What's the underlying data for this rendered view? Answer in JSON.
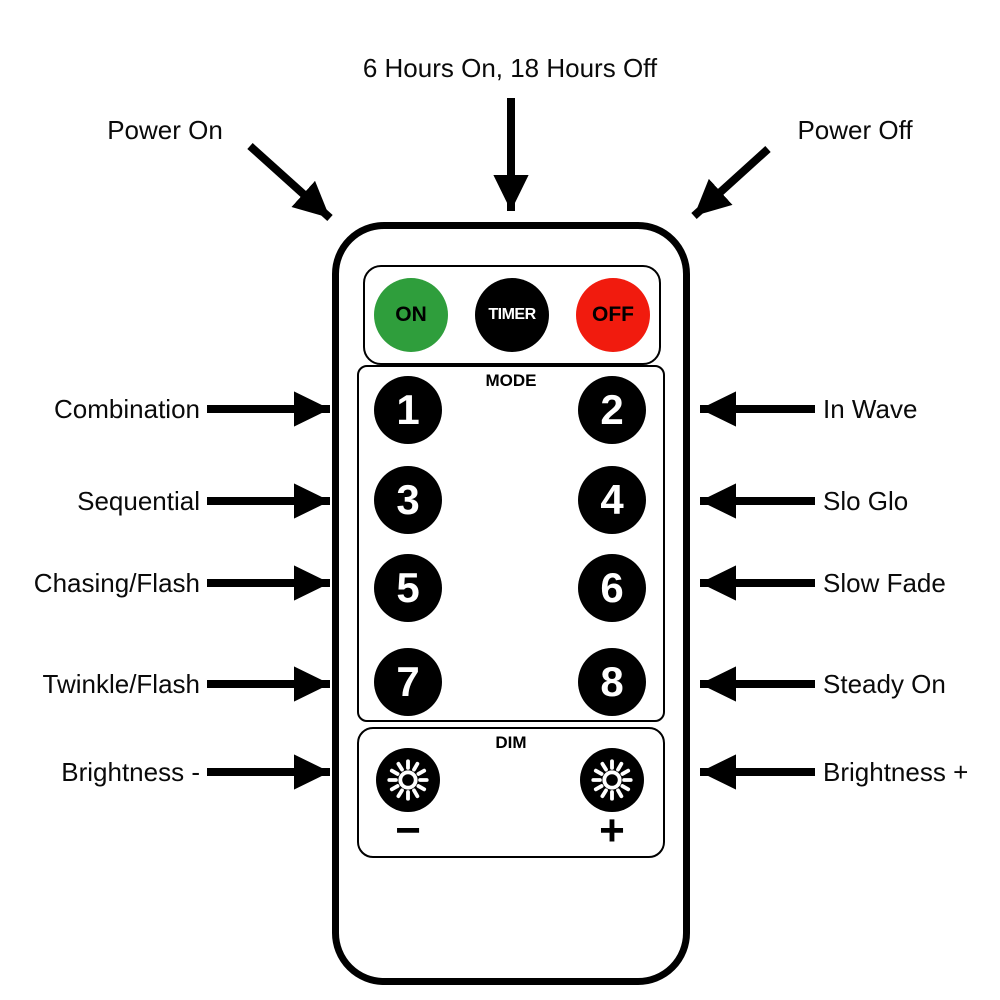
{
  "annotations": {
    "timer": "6 Hours On, 18 Hours Off",
    "power_on": "Power On",
    "power_off": "Power Off",
    "left": [
      "Combination",
      "Sequential",
      "Chasing/Flash",
      "Twinkle/Flash",
      "Brightness -"
    ],
    "right": [
      "In Wave",
      "Slo Glo",
      "Slow Fade",
      "Steady On",
      "Brightness +"
    ]
  },
  "remote": {
    "power_buttons": [
      {
        "label": "ON",
        "color": "#2f9e3c"
      },
      {
        "label": "TIMER",
        "color": "#000000"
      },
      {
        "label": "OFF",
        "color": "#f11b0e"
      }
    ],
    "mode_label": "MODE",
    "mode_buttons": [
      "1",
      "2",
      "3",
      "4",
      "5",
      "6",
      "7",
      "8"
    ],
    "dim_label": "DIM",
    "dim_minus": "−",
    "dim_plus": "+",
    "dim_icon": "sun-burst-icon"
  },
  "colors": {
    "on_green": "#2f9e3c",
    "off_red": "#f11b0e",
    "button_black": "#000000",
    "arrow_black": "#000000",
    "background": "#ffffff"
  }
}
